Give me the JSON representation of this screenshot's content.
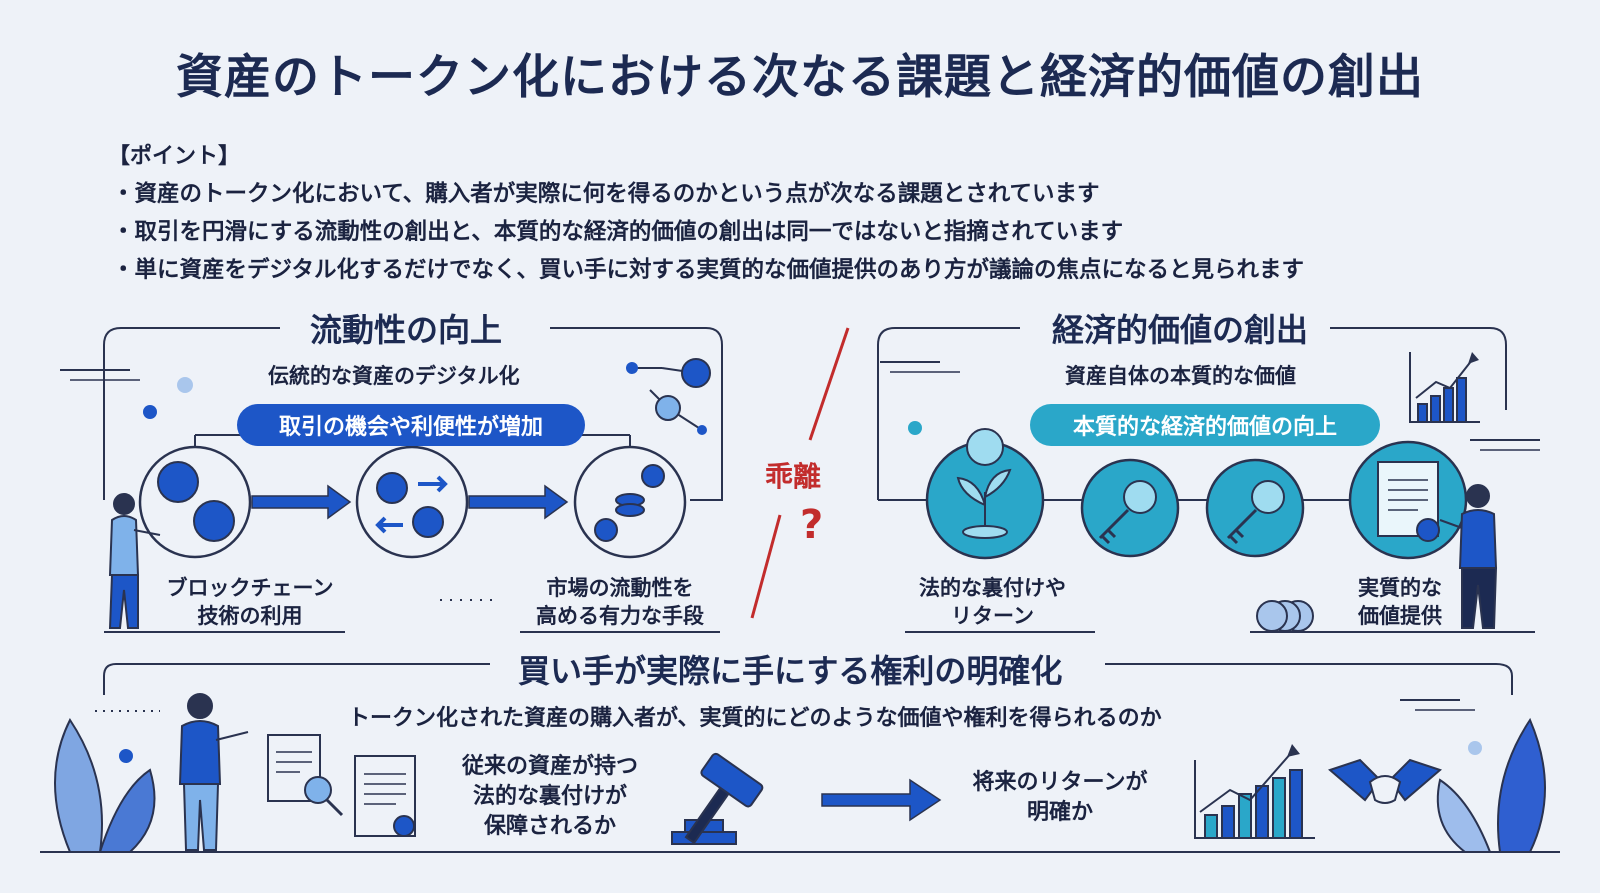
{
  "title": "資産のトークン化における次なる課題と経済的価値の創出",
  "points": {
    "heading": "【ポイント】",
    "items": [
      "・資産のトークン化において、購入者が実際に何を得るのかという点が次なる課題とされています",
      "・取引を円滑にする流動性の創出と、本質的な経済的価値の創出は同一ではないと指摘されています",
      "・単に資産をデジタル化するだけでなく、買い手に対する実質的な価値提供のあり方が議論の焦点になると見られます"
    ]
  },
  "liquidity": {
    "title": "流動性の向上",
    "subtitle": "伝統的な資産のデジタル化",
    "pill": "取引の機会や利便性が増加",
    "label_left": "ブロックチェーン\n技術の利用",
    "label_right": "市場の流動性を\n高める有力な手段"
  },
  "gap": {
    "label": "乖離",
    "question": "?"
  },
  "value": {
    "title": "経済的価値の創出",
    "subtitle": "資産自体の本質的な価値",
    "pill": "本質的な経済的価値の向上",
    "label_left": "法的な裏付けや\nリターン",
    "label_right": "実質的な\n価値提供"
  },
  "rights": {
    "title": "買い手が実際に手にする権利の明確化",
    "subtitle": "トークン化された資産の購入者が、実質的にどのような価値や権利を得られるのか",
    "label_left": "従来の資産が持つ\n法的な裏付けが\n保障されるか",
    "label_right": "将来のリターンが\n明確か"
  },
  "colors": {
    "navy": "#1c2a52",
    "blue": "#1d56c7",
    "teal": "#2aa7c9",
    "red": "#c22c2c"
  }
}
